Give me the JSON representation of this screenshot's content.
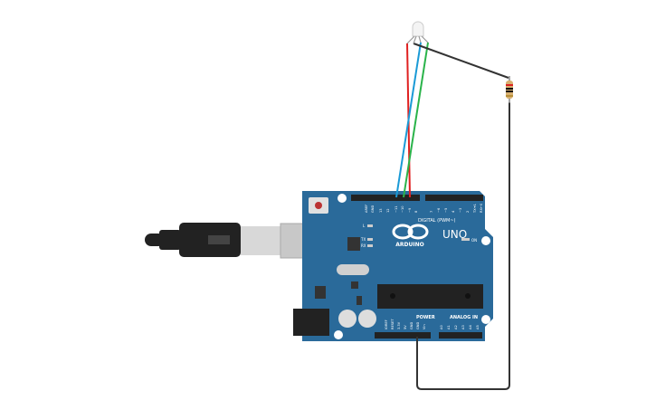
{
  "board": {
    "brand": "ARDUINO",
    "model": "UNO",
    "digital_label": "DIGITAL (PWM~)",
    "power_label": "POWER",
    "analog_label": "ANALOG IN",
    "on_label": "ON",
    "l_label": "L",
    "tx_label": "TX",
    "rx_label": "RX",
    "digital_pins": [
      "AREF",
      "GND",
      "13",
      "12",
      "~11",
      "~10",
      "~9",
      "8",
      "7",
      "~6",
      "~5",
      "4",
      "~3",
      "2",
      "TX➔1",
      "RX←0"
    ],
    "power_pins": [
      "IOREF",
      "RESET",
      "3.3V",
      "5V",
      "GND",
      "GND",
      "Vin"
    ],
    "analog_pins": [
      "A0",
      "A1",
      "A2",
      "A3",
      "A4",
      "A5"
    ],
    "color": "#2a6a9a"
  },
  "wires": {
    "red": "#e02020",
    "blue": "#1a9ad6",
    "green": "#2ab34a",
    "black": "#333333"
  }
}
